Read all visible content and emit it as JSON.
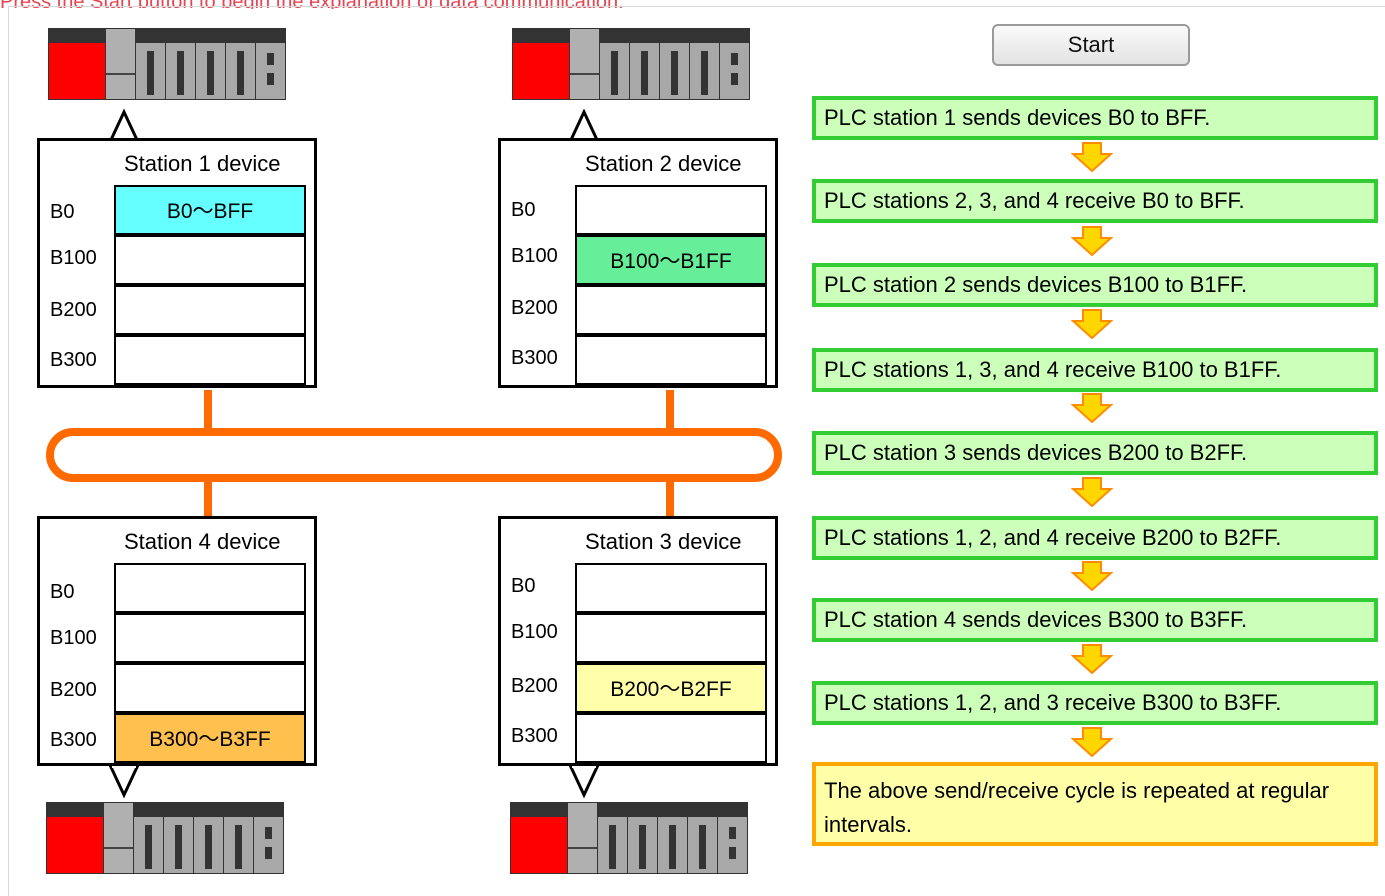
{
  "hint_text": "Press the Start button to begin the explanation of data communication.",
  "colors": {
    "network": "#ff6a00",
    "step_fill": "#ccffb9",
    "step_border": "#32cd32",
    "final_fill": "#ffffa8",
    "final_border": "#ffa500",
    "station1_cell": "#66ffff",
    "station2_cell": "#66ee99",
    "station3_cell": "#ffffaa",
    "station4_cell": "#ffc04d"
  },
  "start_button": {
    "label": "Start"
  },
  "stations": [
    {
      "title": "Station 1 device",
      "labels": [
        "B0",
        "B100",
        "B200",
        "B300"
      ],
      "cells": [
        "B0～BFF",
        "",
        "",
        ""
      ]
    },
    {
      "title": "Station 2 device",
      "labels": [
        "B0",
        "B100",
        "B200",
        "B300"
      ],
      "cells": [
        "",
        "B100～B1FF",
        "",
        ""
      ]
    },
    {
      "title": "Station 4 device",
      "labels": [
        "B0",
        "B100",
        "B200",
        "B300"
      ],
      "cells": [
        "",
        "",
        "",
        "B300～B3FF"
      ]
    },
    {
      "title": "Station 3 device",
      "labels": [
        "B0",
        "B100",
        "B200",
        "B300"
      ],
      "cells": [
        "",
        "",
        "B200～B2FF",
        ""
      ]
    }
  ],
  "steps": [
    "PLC station 1 sends devices B0 to BFF.",
    "PLC stations 2, 3, and 4 receive B0 to BFF.",
    "PLC station 2 sends devices B100 to B1FF.",
    "PLC stations 1, 3, and 4 receive B100 to B1FF.",
    "PLC station 3 sends devices B200 to B2FF.",
    "PLC stations 1, 2, and 4 receive B200 to B2FF.",
    "PLC station 4 sends devices B300 to B3FF.",
    "PLC stations 1, 2, and 3 receive B300 to B3FF."
  ],
  "final_note": "The above send/receive cycle is repeated at regular intervals."
}
